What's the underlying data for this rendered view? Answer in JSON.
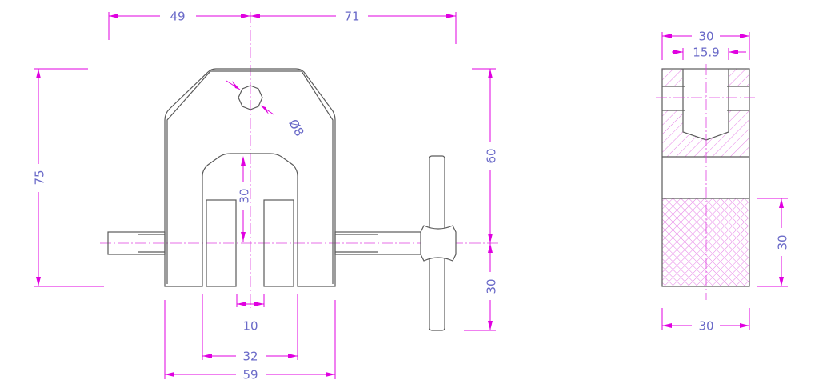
{
  "front_view": {
    "dims": {
      "top_left": "49",
      "top_right": "71",
      "overall_height": "75",
      "height_to_axis": "60",
      "axis_to_handle_end": "30",
      "slot_depth": "30",
      "hole_diameter": "Ø8",
      "block_gap": "10",
      "slot_width": "32",
      "body_width": "59"
    }
  },
  "side_view": {
    "dims": {
      "top_width": "30",
      "bore_diameter": "15.9",
      "knurl_height": "30",
      "bottom_width": "30"
    }
  },
  "colors": {
    "object_line": "#5a5a5a",
    "dimension_line": "#e000e0",
    "dimension_text": "#6a6ac8"
  }
}
